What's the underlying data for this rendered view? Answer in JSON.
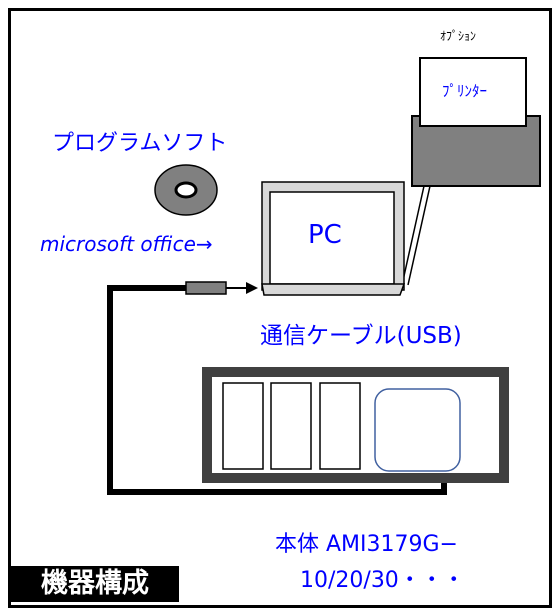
{
  "diagram": {
    "option_label": "ｵﾌﾟｼｮﾝ",
    "printer_label": "ﾌﾟﾘﾝﾀｰ",
    "program_label": "プログラムソフト",
    "office_label": "microsoft office→",
    "pc_label": "PC",
    "cable_label": "通信ケーブル(USB)",
    "unit_label_line1": "本体 AMI3179G−",
    "unit_label_line2": "10/20/30・・・",
    "title": "機器構成"
  },
  "colors": {
    "accent_blue": "#0000ff",
    "gray": "#808080",
    "dark": "#404040",
    "title_bg": "#000000",
    "title_fg": "#ffffff"
  }
}
